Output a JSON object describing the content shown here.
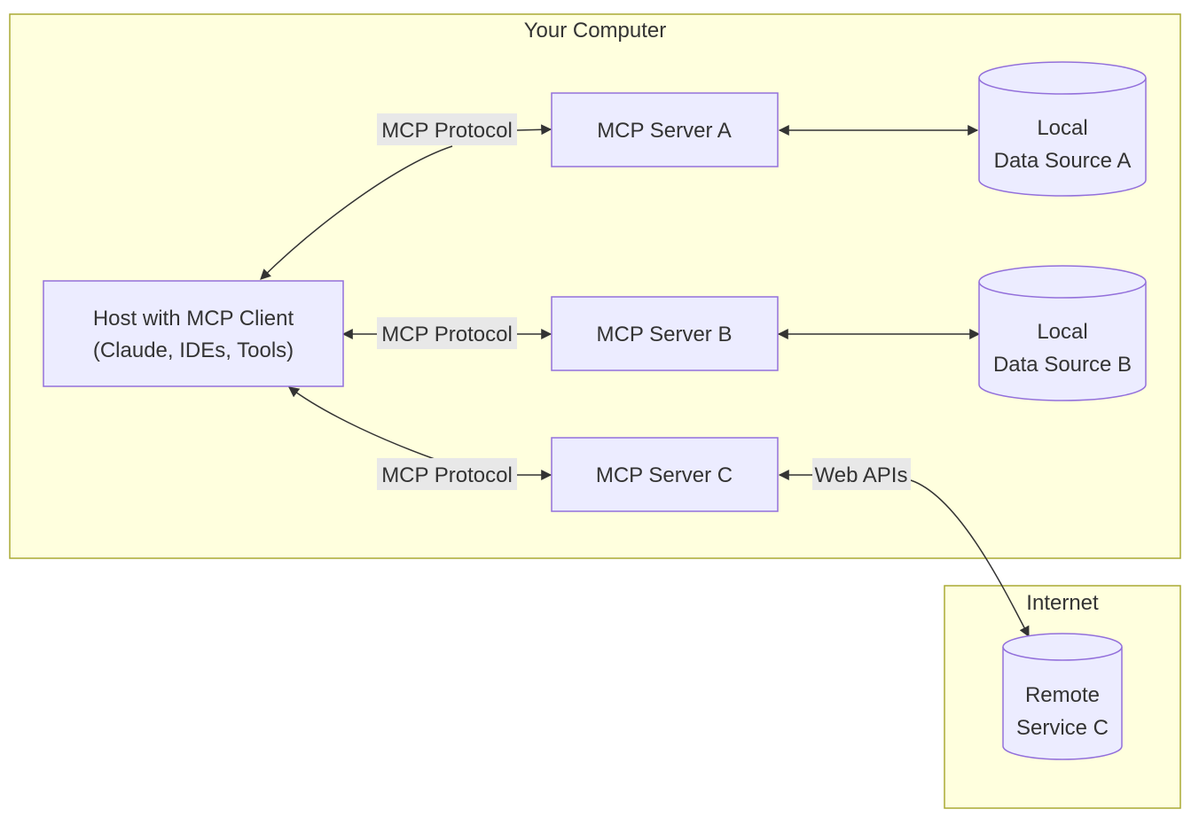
{
  "colors": {
    "cluster_fill": "#ffffde",
    "cluster_stroke": "#aaaa33",
    "node_fill": "#ececff",
    "node_stroke": "#9370db",
    "edge": "#333333",
    "edge_label_bg": "#e8e8e8",
    "text": "#333333"
  },
  "clusters": {
    "computer": {
      "title": "Your Computer"
    },
    "internet": {
      "title": "Internet"
    }
  },
  "nodes": {
    "host": {
      "line1": "Host with MCP Client",
      "line2": "(Claude, IDEs, Tools)"
    },
    "server_a": {
      "label": "MCP Server A"
    },
    "server_b": {
      "label": "MCP Server B"
    },
    "server_c": {
      "label": "MCP Server C"
    },
    "data_a": {
      "line1": "Local",
      "line2": "Data Source A"
    },
    "data_b": {
      "line1": "Local",
      "line2": "Data Source B"
    },
    "remote_c": {
      "line1": "Remote",
      "line2": "Service C"
    }
  },
  "edges": {
    "host_a": {
      "label": "MCP Protocol"
    },
    "host_b": {
      "label": "MCP Protocol"
    },
    "host_c": {
      "label": "MCP Protocol"
    },
    "c_remote": {
      "label": "Web APIs"
    }
  }
}
